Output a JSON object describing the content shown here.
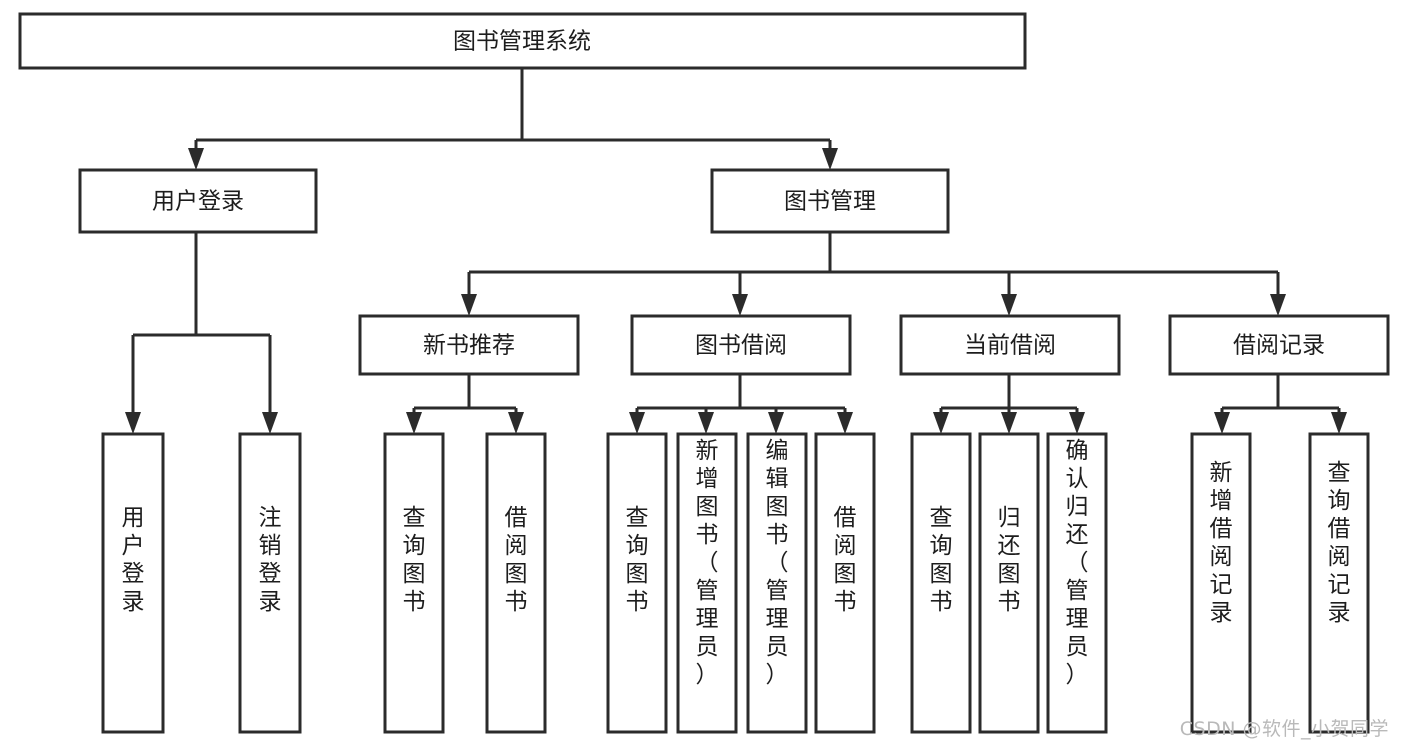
{
  "diagram": {
    "type": "tree-hierarchy-chart",
    "title": "图书管理系统",
    "orientation": "top-down",
    "colors": {
      "box_fill": "#ffffff",
      "box_stroke": "#2b2b2b",
      "text": "#1d1d1d",
      "background": "#ffffff",
      "watermark": "#b9b9b9"
    },
    "levels": [
      {
        "level": 1,
        "nodes": [
          {
            "id": "root",
            "label": "图书管理系统",
            "orientation": "horizontal"
          }
        ]
      },
      {
        "level": 2,
        "nodes": [
          {
            "id": "user-login",
            "label": "用户登录",
            "orientation": "horizontal",
            "parent": "root"
          },
          {
            "id": "book-manage",
            "label": "图书管理",
            "orientation": "horizontal",
            "parent": "root"
          }
        ]
      },
      {
        "level": 3,
        "nodes": [
          {
            "id": "new-book-rec",
            "label": "新书推荐",
            "orientation": "horizontal",
            "parent": "book-manage"
          },
          {
            "id": "book-borrow",
            "label": "图书借阅",
            "orientation": "horizontal",
            "parent": "book-manage"
          },
          {
            "id": "current-borrow",
            "label": "当前借阅",
            "orientation": "horizontal",
            "parent": "book-manage"
          },
          {
            "id": "borrow-record",
            "label": "借阅记录",
            "orientation": "horizontal",
            "parent": "book-manage"
          }
        ]
      },
      {
        "level": 4,
        "nodes": [
          {
            "id": "leaf-1",
            "label": "用户登录",
            "orientation": "vertical",
            "parent": "user-login"
          },
          {
            "id": "leaf-2",
            "label": "注销登录",
            "orientation": "vertical",
            "parent": "user-login"
          },
          {
            "id": "leaf-3",
            "label": "查询图书",
            "orientation": "vertical",
            "parent": "new-book-rec"
          },
          {
            "id": "leaf-4",
            "label": "借阅图书",
            "orientation": "vertical",
            "parent": "new-book-rec"
          },
          {
            "id": "leaf-5",
            "label": "查询图书",
            "orientation": "vertical",
            "parent": "book-borrow"
          },
          {
            "id": "leaf-6",
            "label": "新增图书（管理员）",
            "orientation": "vertical",
            "parent": "book-borrow"
          },
          {
            "id": "leaf-7",
            "label": "编辑图书（管理员）",
            "orientation": "vertical",
            "parent": "book-borrow"
          },
          {
            "id": "leaf-8",
            "label": "借阅图书",
            "orientation": "vertical",
            "parent": "book-borrow"
          },
          {
            "id": "leaf-9",
            "label": "查询图书",
            "orientation": "vertical",
            "parent": "current-borrow"
          },
          {
            "id": "leaf-10",
            "label": "归还图书",
            "orientation": "vertical",
            "parent": "current-borrow"
          },
          {
            "id": "leaf-11",
            "label": "确认归还（管理员）",
            "orientation": "vertical",
            "parent": "current-borrow"
          },
          {
            "id": "leaf-12",
            "label": "新增借阅记录",
            "orientation": "vertical",
            "parent": "borrow-record"
          },
          {
            "id": "leaf-13",
            "label": "查询借阅记录",
            "orientation": "vertical",
            "parent": "borrow-record"
          }
        ]
      }
    ]
  },
  "watermark": {
    "text": "CSDN @软件_小贺同学"
  }
}
